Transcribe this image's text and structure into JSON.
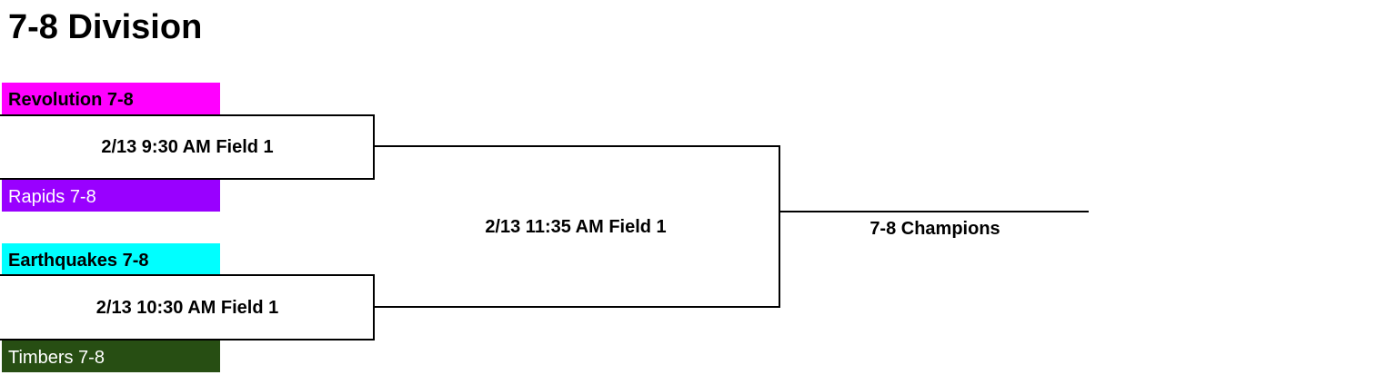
{
  "title": "7-8 Division",
  "round1": [
    {
      "game": "2/13 9:30 AM Field 1",
      "top_team": {
        "name": "Revolution 7-8",
        "color": "#ff00ff",
        "text_color": "#000000"
      },
      "bottom_team": {
        "name": "Rapids 7-8",
        "color": "#9900ff",
        "text_color": "#ffffff"
      }
    },
    {
      "game": "2/13 10:30 AM Field 1",
      "top_team": {
        "name": "Earthquakes 7-8",
        "color": "#00ffff",
        "text_color": "#000000"
      },
      "bottom_team": {
        "name": "Timbers 7-8",
        "color": "#274e13",
        "text_color": "#ffffff"
      }
    }
  ],
  "final": {
    "game": "2/13 11:35 AM Field 1"
  },
  "champion": {
    "label": "7-8 Champions"
  }
}
